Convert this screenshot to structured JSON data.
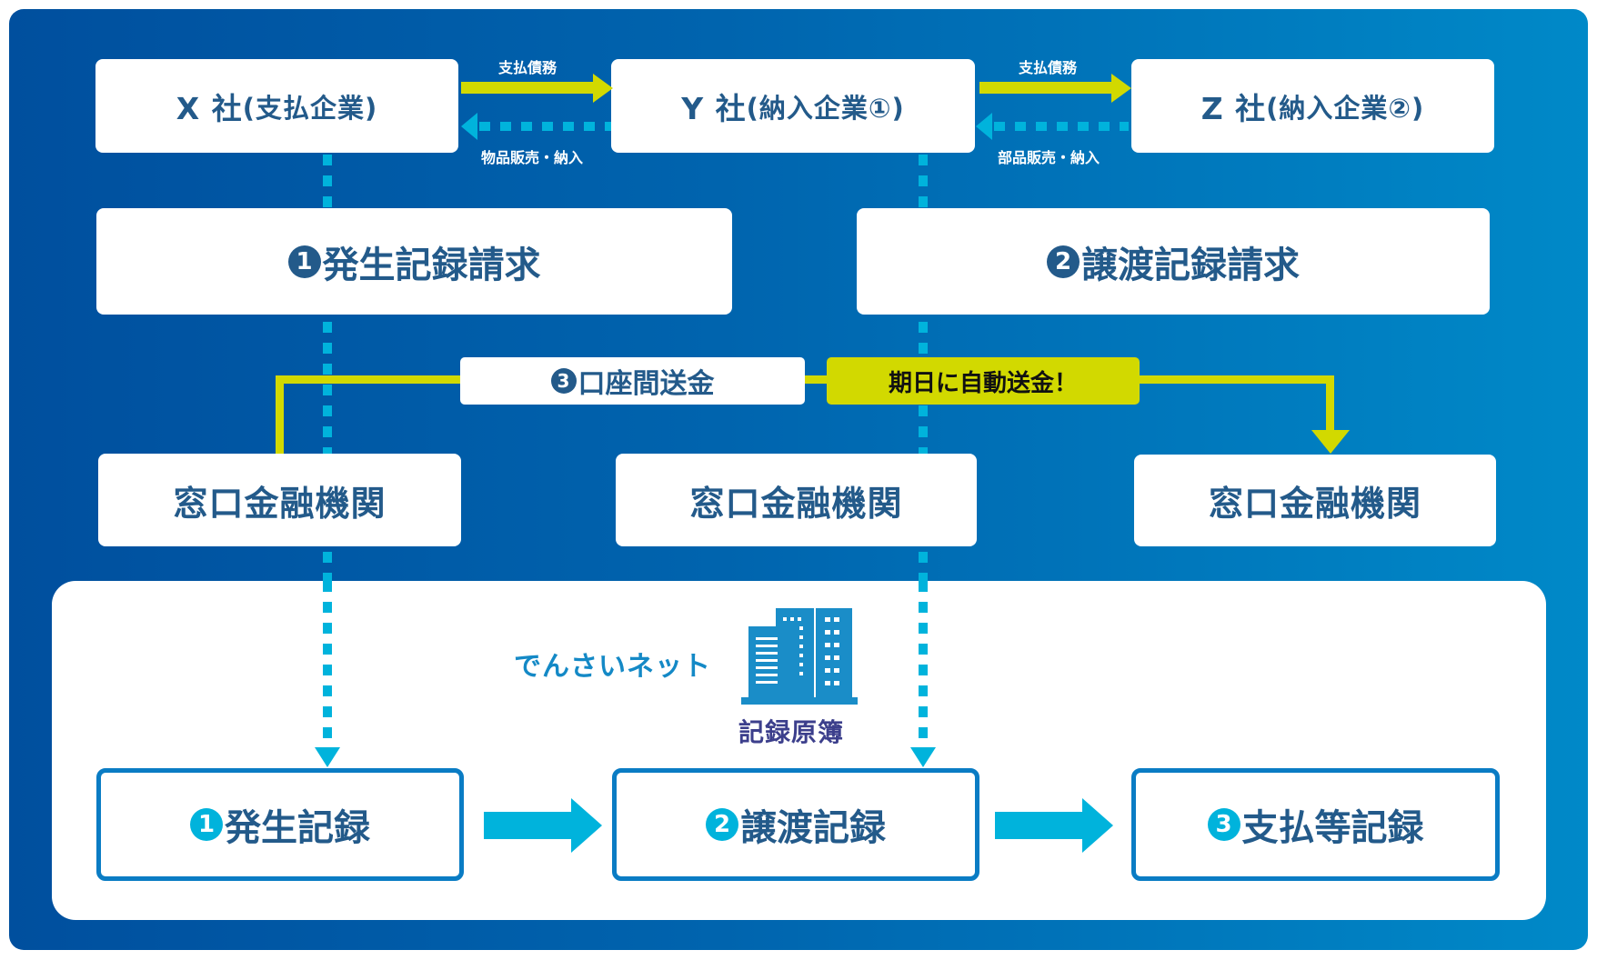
{
  "companies": {
    "x": {
      "name": "X 社",
      "role": "(支払企業)"
    },
    "y": {
      "name": "Y 社",
      "role": "(納入企業①)"
    },
    "z": {
      "name": "Z 社",
      "role": "(納入企業②)"
    }
  },
  "flows": {
    "x_to_y_top": "支払債務",
    "y_to_x_bottom": "物品販売・納入",
    "y_to_z_top": "支払債務",
    "z_to_y_bottom": "部品販売・納入"
  },
  "requests": [
    {
      "num": "1",
      "label": "発生記録請求"
    },
    {
      "num": "2",
      "label": "譲渡記録請求"
    }
  ],
  "transfer": {
    "num": "3",
    "label": "口座間送金",
    "auto_label": "期日に自動送金！"
  },
  "banks": [
    "窓口金融機関",
    "窓口金融機関",
    "窓口金融機関"
  ],
  "registry": {
    "brand": "でんさいネット",
    "caption": "記録原簿",
    "icon": "building-icon"
  },
  "records": [
    {
      "num": "1",
      "label": "発生記録"
    },
    {
      "num": "2",
      "label": "譲渡記録"
    },
    {
      "num": "3",
      "label": "支払等記録"
    }
  ],
  "colors": {
    "panel_start": "#004f9e",
    "panel_end": "#0089c8",
    "text_dark": "#235a8a",
    "accent_yellow": "#d2d900",
    "accent_cyan": "#00b3dc",
    "record_border": "#0a7cc4"
  }
}
